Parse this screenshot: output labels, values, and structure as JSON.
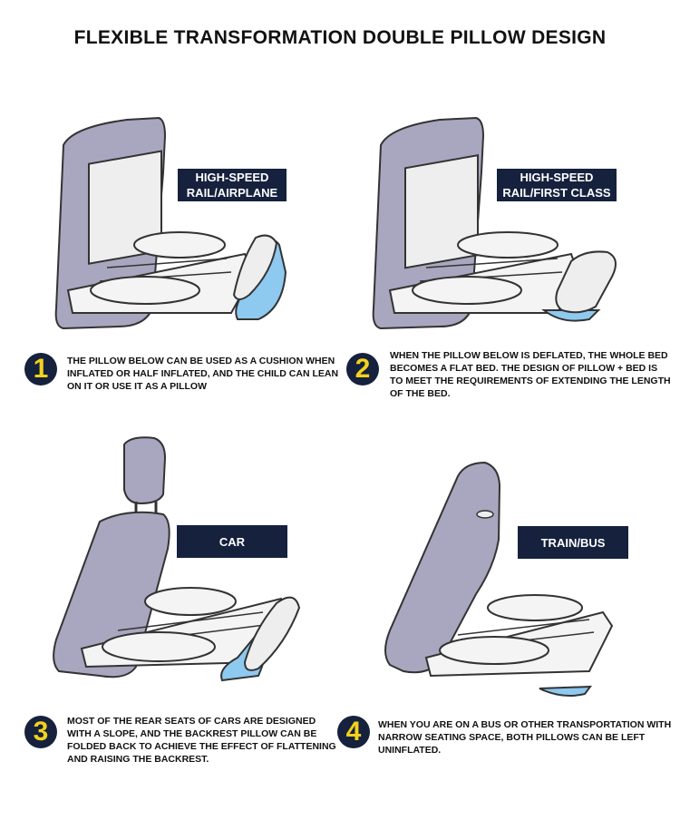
{
  "title": "FLEXIBLE TRANSFORMATION DOUBLE PILLOW DESIGN",
  "panels": [
    {
      "label_lines": [
        "HIGH-SPEED",
        "RAIL/AIRPLANE"
      ],
      "number": "1",
      "description": "THE PILLOW BELOW CAN BE USED AS A CUSHION WHEN INFLATED OR HALF INFLATED, AND THE CHILD CAN LEAN ON IT OR USE IT AS A PILLOW"
    },
    {
      "label_lines": [
        "HIGH-SPEED",
        "RAIL/FIRST CLASS"
      ],
      "number": "2",
      "description": "WHEN THE PILLOW BELOW IS DEFLATED, THE WHOLE BED BECOMES A FLAT BED. THE DESIGN OF PILLOW + BED IS TO MEET THE REQUIREMENTS OF EXTENDING THE LENGTH OF THE BED."
    },
    {
      "label_lines": [
        "CAR"
      ],
      "number": "3",
      "description": "MOST OF THE REAR SEATS OF CARS ARE DESIGNED WITH A SLOPE, AND THE BACKREST PILLOW CAN BE FOLDED BACK TO ACHIEVE THE EFFECT OF FLATTENING AND RAISING THE BACKREST."
    },
    {
      "label_lines": [
        "TRAIN/BUS"
      ],
      "number": "4",
      "description": "WHEN YOU ARE ON A BUS OR OTHER TRANSPORTATION WITH NARROW SEATING SPACE, BOTH PILLOWS CAN BE LEFT UNINFLATED."
    }
  ],
  "colors": {
    "seat": "#a9a6bf",
    "label_bg": "#15213d",
    "number_color": "#f2d21c",
    "pillow_blue": "#8ec9ef"
  }
}
